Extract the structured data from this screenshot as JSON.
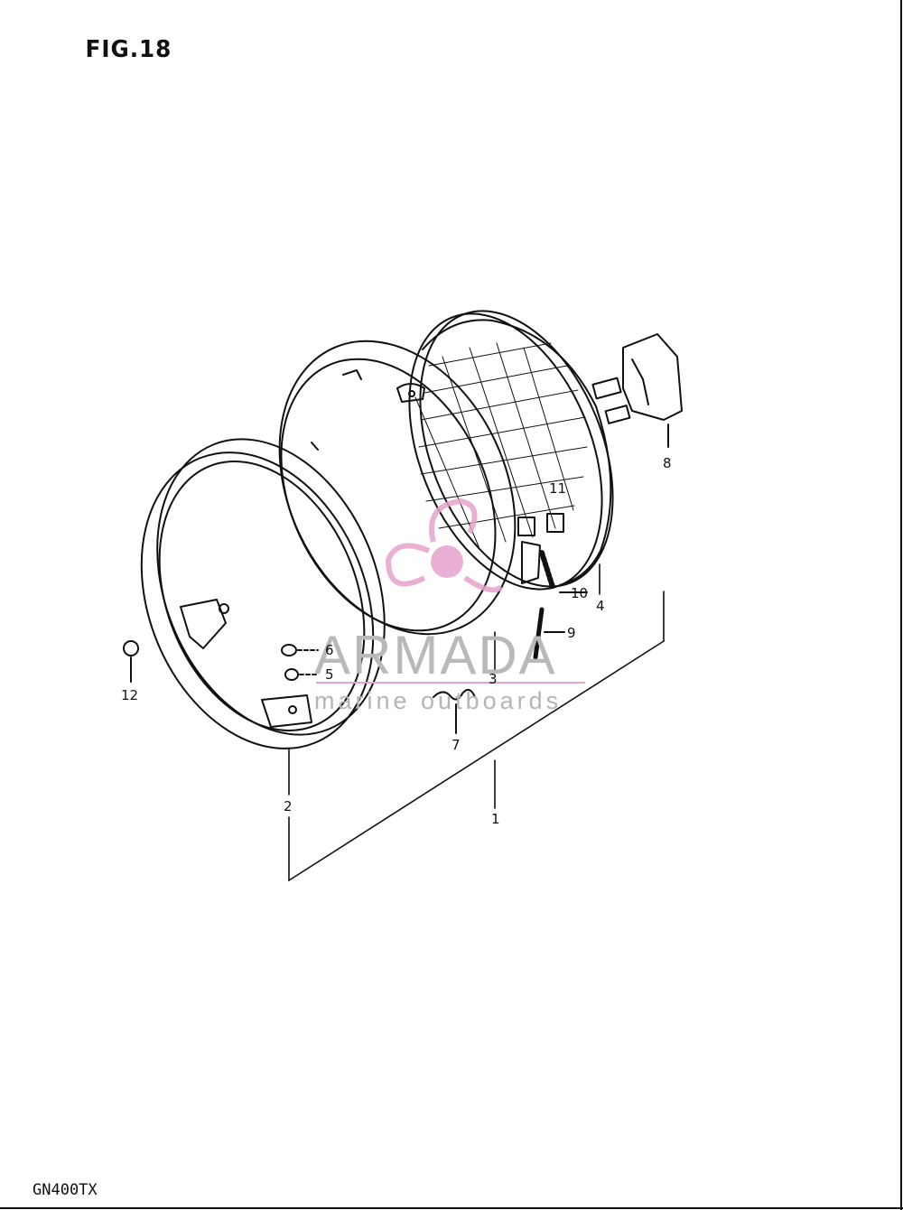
{
  "figure": {
    "title": "FIG.18",
    "model": "GN400TX"
  },
  "callouts": {
    "c1": "1",
    "c2": "2",
    "c3": "3",
    "c4": "4",
    "c5": "5",
    "c6": "6",
    "c7": "7",
    "c8": "8",
    "c9": "9",
    "c10": "10",
    "c11": "11",
    "c12": "12"
  },
  "watermark": {
    "brand": "ARMADA",
    "tagline": "marine outboards"
  },
  "colors": {
    "line": "#111111",
    "watermark_pink": "#e7a3cc",
    "watermark_gray": "#b9b9b9"
  }
}
